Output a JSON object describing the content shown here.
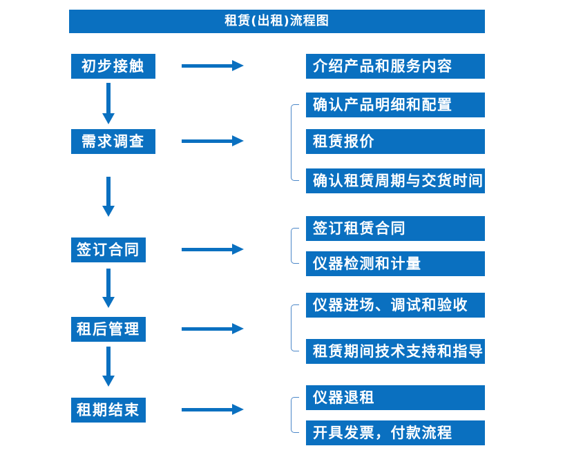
{
  "title": "租赁(出租)流程图",
  "colors": {
    "primary_blue": "#0a70c0",
    "bracket_blue": "#4a86c8",
    "text": "#ffffff",
    "background": "#ffffff"
  },
  "steps": [
    {
      "label": "初步接触",
      "details": [
        "介绍产品和服务内容"
      ]
    },
    {
      "label": "需求调查",
      "details": [
        "确认产品明细和配置",
        "租赁报价",
        "确认租赁周期与交货时间"
      ]
    },
    {
      "label": "签订合同",
      "details": [
        "签订租赁合同",
        "仪器检测和计量"
      ]
    },
    {
      "label": "租后管理",
      "details": [
        "仪器进场、调试和验收",
        "租赁期间技术支持和指导"
      ]
    },
    {
      "label": "租期结束",
      "details": [
        "仪器退租",
        "开具发票，付款流程"
      ]
    }
  ]
}
